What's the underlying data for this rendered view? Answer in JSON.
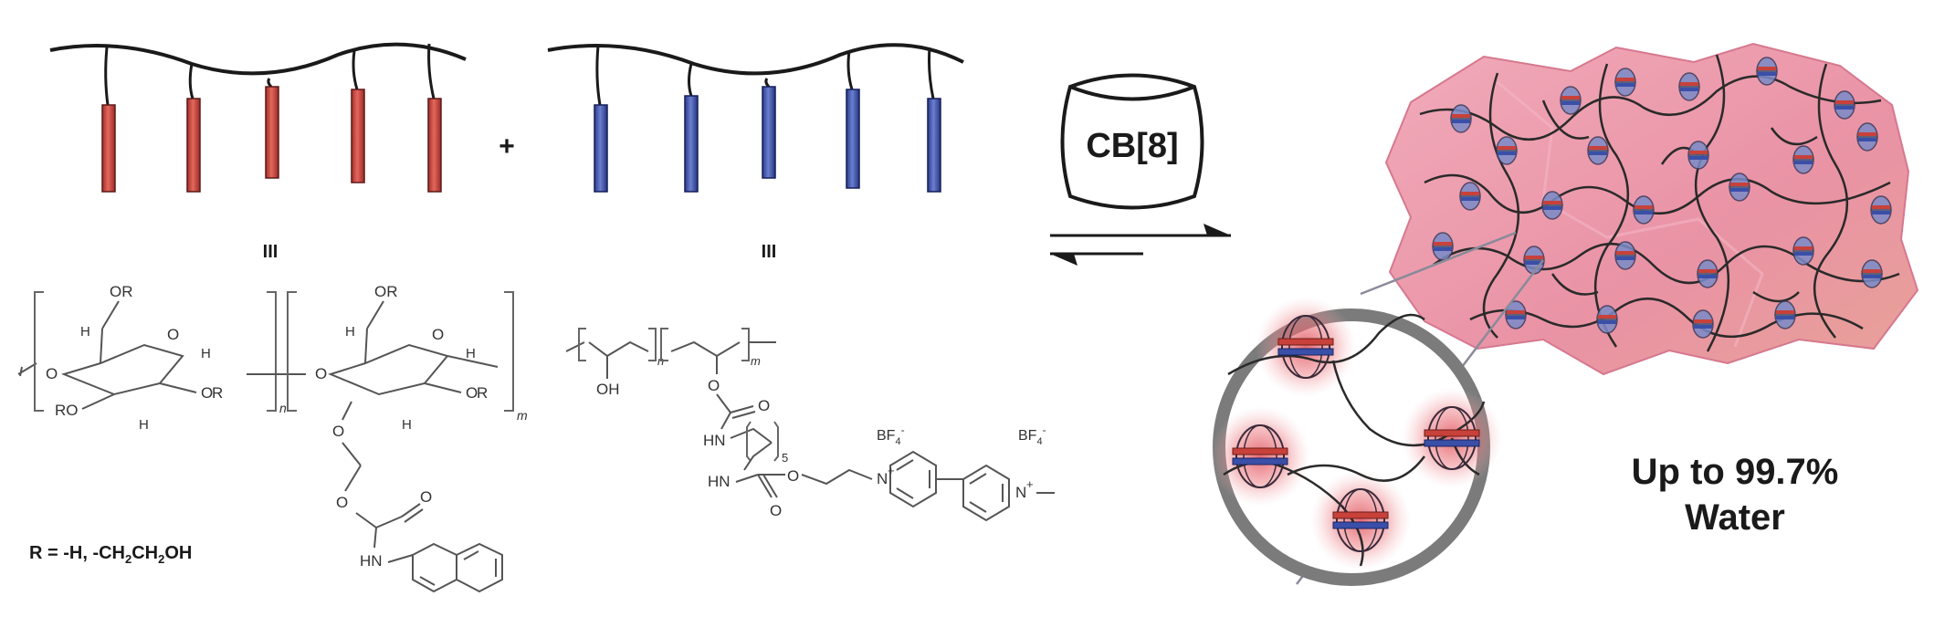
{
  "diagram": {
    "polymer_labels": [
      "III",
      "III"
    ],
    "plus_sign": "+",
    "cb_label": "CB[8]",
    "r_definition": {
      "prefix": "R = -H, -CH",
      "sub1": "2",
      "mid": "CH",
      "sub2": "2",
      "suffix": "OH"
    },
    "result_text": [
      "Up to 99.7%",
      "Water"
    ],
    "left_structure": {
      "substituent": "OR",
      "ring_o_label": "O",
      "h_label": "H",
      "ro_label": "RO",
      "o_label": "O",
      "amide": "HN",
      "index_n": "n",
      "index_m": "m"
    },
    "right_structure": {
      "hydroxyl": "OH",
      "amide": "HN",
      "index_n": "n",
      "index_m": "m",
      "spacer_index": "5",
      "o_label": "O",
      "counterion_base": "BF",
      "counterion_sub": "4",
      "counterion_sup": "-",
      "n_plus": "N",
      "plus": "+"
    },
    "colors": {
      "guest_red": "#c8413a",
      "guest_blue": "#3a4fa8",
      "hydrogel": "#e88a9e",
      "hydrogel_edge": "#d36d86"
    }
  }
}
